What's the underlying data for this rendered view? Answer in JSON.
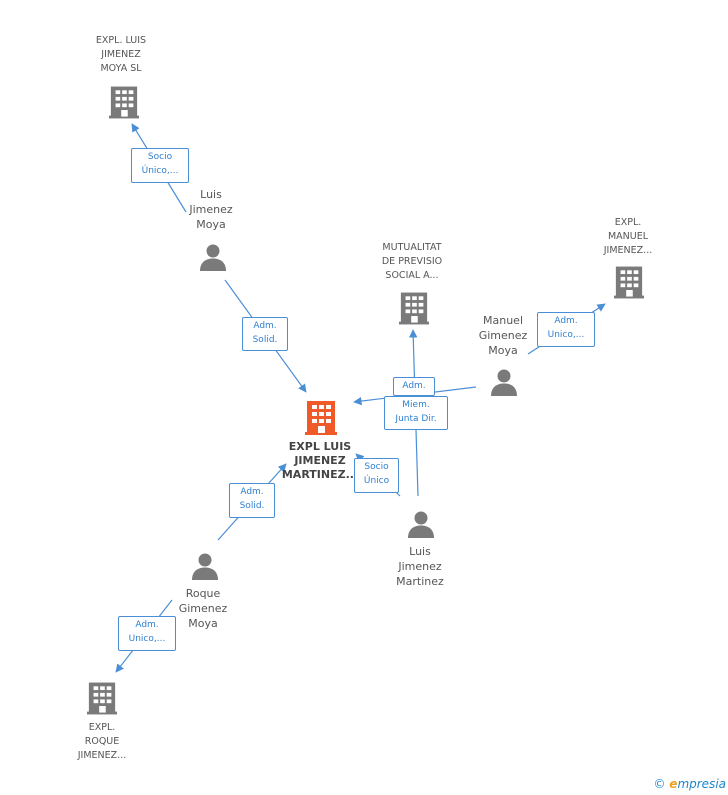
{
  "colors": {
    "edge": "#4a8fd6",
    "node_gray": "#7a7a7a",
    "main_node": "#f05a28"
  },
  "nodes": {
    "main": {
      "label": "EXPL LUIS\nJIMENEZ\nMARTINEZ..."
    },
    "expl_luis_moya": {
      "label": "EXPL. LUIS\nJIMENEZ\nMOYA SL"
    },
    "luis_moya": {
      "label": "Luis\nJimenez\nMoya"
    },
    "mutualitat": {
      "label": "MUTUALITAT\nDE PREVISIO\nSOCIAL A..."
    },
    "expl_manuel": {
      "label": "EXPL.\nMANUEL\nJIMENEZ..."
    },
    "manuel": {
      "label": "Manuel\nGimenez\nMoya"
    },
    "luis_martinez": {
      "label": "Luis\nJimenez\nMartinez"
    },
    "roque": {
      "label": "Roque\nGimenez\nMoya"
    },
    "expl_roque": {
      "label": "EXPL.\nROQUE\nJIMENEZ..."
    }
  },
  "edges": {
    "socio_unico_1": "Socio\nÚnico,...",
    "adm_solid_1": "Adm.\nSolid.",
    "adm_unico_manuel": "Adm.\nUnico,...",
    "adm_manuel": "Adm.",
    "miem_junta": "Miem.\nJunta Dir.",
    "socio_unico_2": "Socio\nÚnico",
    "adm_solid_2": "Adm.\nSolid.",
    "adm_unico_roque": "Adm.\nUnico,..."
  },
  "footer": {
    "copyright_symbol": "©",
    "brand_initial": "e",
    "brand_rest": "mpresia"
  }
}
